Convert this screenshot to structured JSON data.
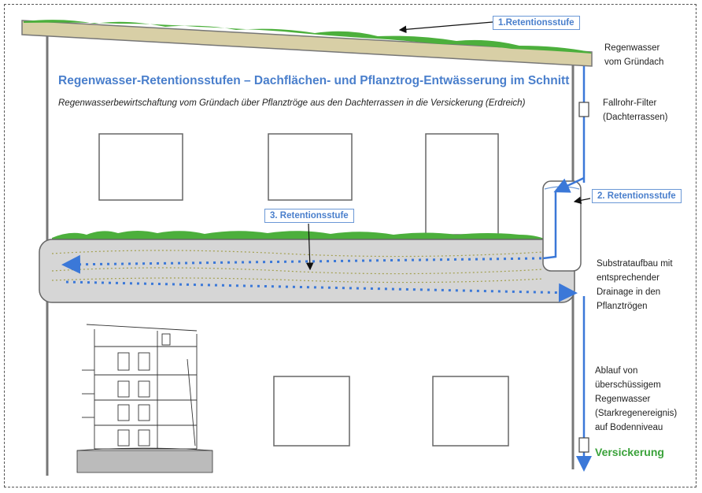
{
  "title": "Regenwasser-Retentionsstufen – Dachflächen- und Pflanztrog-Entwässerung im Schnitt",
  "subtitle": "Regenwasserbewirtschaftung vom Gründach über Pflanztröge aus den Dachterrassen in die Versickerung (Erdreich)",
  "stages": {
    "stage1": "1.Retentionsstufe",
    "stage2": "2. Retentionsstufe",
    "stage3": "3. Retentionsstufe"
  },
  "labels": {
    "roof_water": [
      "Regenwasser",
      "vom Gründach"
    ],
    "downpipe_filter": [
      "Fallrohr-Filter",
      "(Dachterrassen)"
    ],
    "substrate": [
      "Substrataufbau mit",
      "entsprechender",
      "Drainage in den",
      "Pflanztrögen"
    ],
    "overflow": [
      "Ablauf von",
      "überschüssigem",
      "Regenwasser",
      "(Starkregenereignis)",
      "auf Bodenniveau"
    ],
    "infiltration": "Versickerung"
  },
  "colors": {
    "accent_blue": "#4a7fcc",
    "flow_blue": "#3b78d8",
    "green": "#3aa23a",
    "roof_beige": "#d8cfa6",
    "trough_gray": "#d6d6d6"
  }
}
